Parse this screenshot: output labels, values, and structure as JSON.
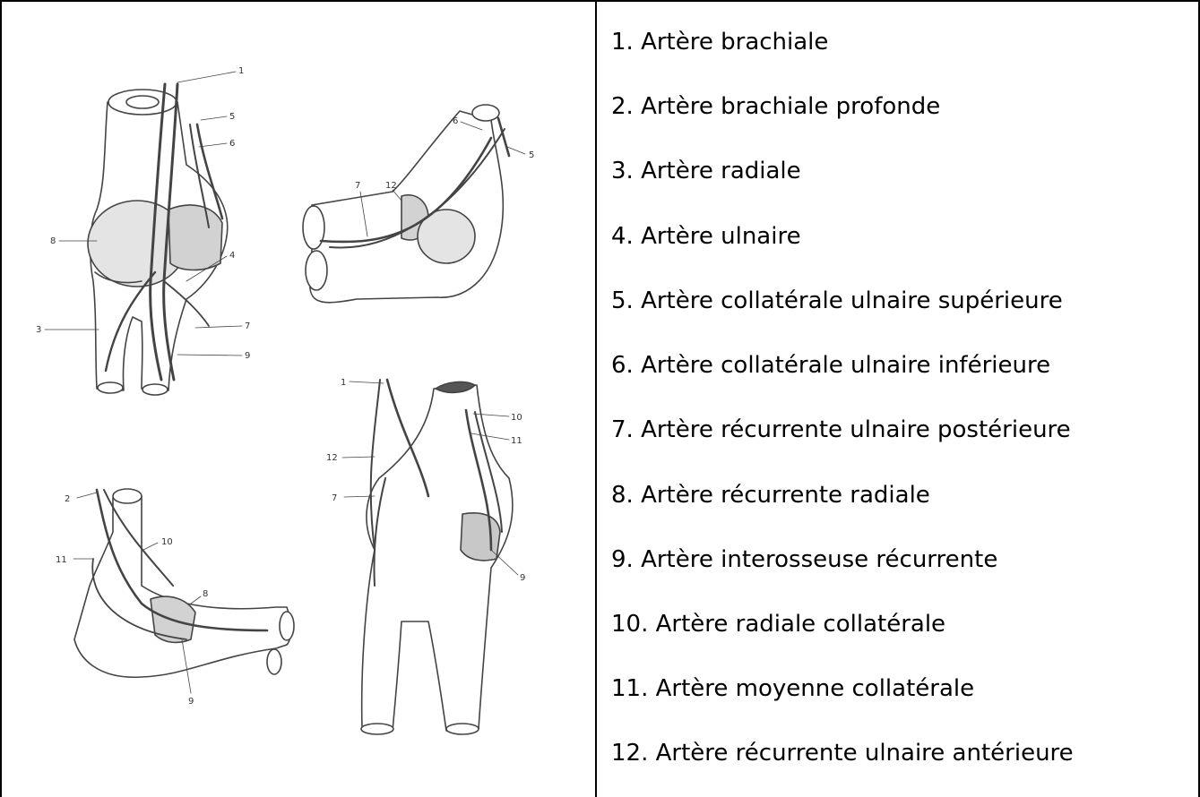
{
  "diagram": {
    "callouts": {
      "top_left": [
        "1",
        "5",
        "6",
        "8",
        "4",
        "3",
        "7",
        "9"
      ],
      "top_right": [
        "6",
        "5",
        "7",
        "12"
      ],
      "bottom_left": [
        "2",
        "10",
        "11",
        "8",
        "9"
      ],
      "bottom_right": [
        "1",
        "10",
        "11",
        "12",
        "7",
        "9"
      ]
    }
  },
  "legend": {
    "items": [
      {
        "num": "1.",
        "label": "Artère brachiale"
      },
      {
        "num": "2.",
        "label": "Artère brachiale profonde"
      },
      {
        "num": "3.",
        "label": "Artère radiale"
      },
      {
        "num": "4.",
        "label": "Artère ulnaire"
      },
      {
        "num": "5.",
        "label": "Artère collatérale ulnaire supérieure"
      },
      {
        "num": "6.",
        "label": "Artère collatérale ulnaire inférieure"
      },
      {
        "num": "7.",
        "label": "Artère récurrente ulnaire postérieure"
      },
      {
        "num": "8.",
        "label": "Artère récurrente radiale"
      },
      {
        "num": "9.",
        "label": "Artère interosseuse récurrente"
      },
      {
        "num": "10.",
        "label": "Artère radiale collatérale"
      },
      {
        "num": "11.",
        "label": "Artère moyenne collatérale"
      },
      {
        "num": "12.",
        "label": "Artère récurrente ulnaire antérieure"
      }
    ]
  }
}
